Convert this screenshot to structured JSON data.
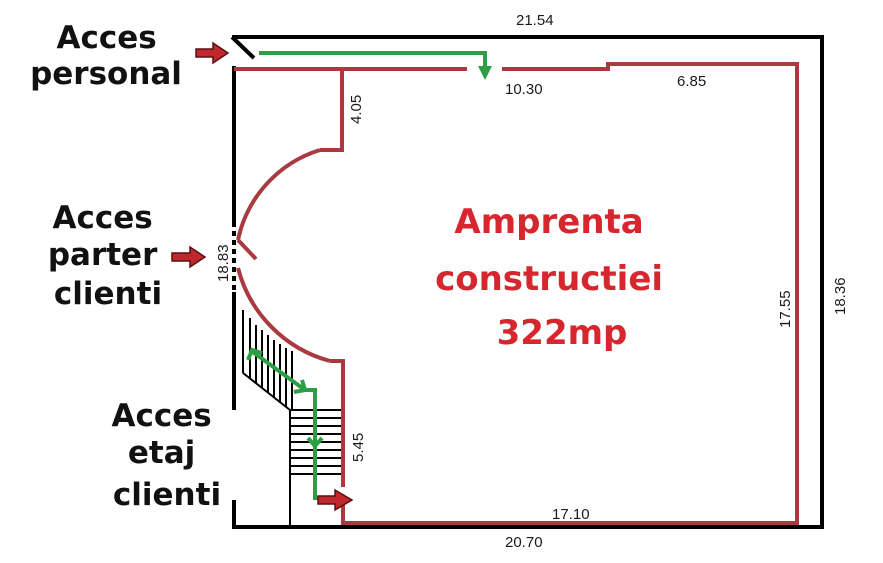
{
  "labels": {
    "acces_personal": [
      "Acces",
      "personal"
    ],
    "acces_parter": [
      "Acces",
      "parter",
      "clienti"
    ],
    "acces_etaj": [
      "Acces",
      "etaj",
      "clienti"
    ]
  },
  "center": {
    "line1": "Amprenta",
    "line2": "constructiei",
    "line3": "322mp"
  },
  "dimensions": {
    "outer_top": "21.54",
    "outer_right": "18.36",
    "outer_bottom": "20.70",
    "outer_left": "18.83",
    "inner_top_left": "10.30",
    "inner_top_right": "6.85",
    "inner_right": "17.55",
    "inner_bottom": "17.10",
    "inner_notch": "4.05",
    "stair_wall": "5.45"
  },
  "colors": {
    "outer_wall": "#000000",
    "inner_wall": "#a83a40",
    "access_path": "#2e9e46",
    "entry_arrow": "#c0282d",
    "center_text": "#d7262d"
  }
}
